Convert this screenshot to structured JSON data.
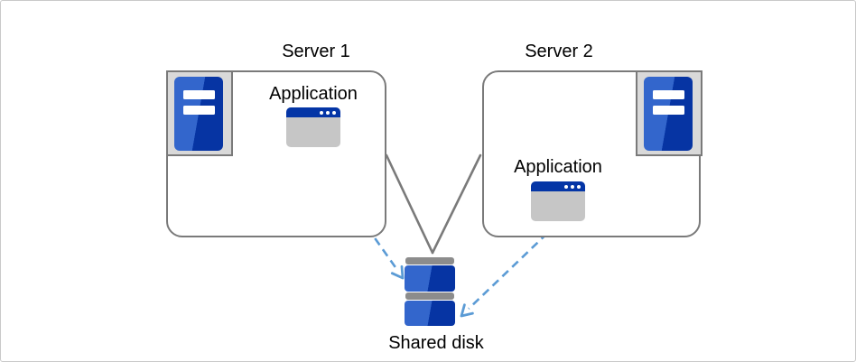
{
  "diagram": {
    "type": "shared-disk-cluster-architecture",
    "nodes": {
      "server1": {
        "label": "Server 1",
        "application_label": "Application"
      },
      "server2": {
        "label": "Server 2",
        "application_label": "Application"
      },
      "shared_disk": {
        "label": "Shared disk"
      }
    },
    "connections": [
      {
        "from": "Server 1",
        "to": "Shared disk",
        "style": "solid-gray-line"
      },
      {
        "from": "Server 2",
        "to": "Shared disk",
        "style": "solid-gray-line"
      },
      {
        "from": "Application (Server 1)",
        "to": "Shared disk",
        "style": "dashed-blue-arrow"
      },
      {
        "from": "Application (Server 2)",
        "to": "Shared disk",
        "style": "dashed-blue-arrow"
      }
    ],
    "icons": [
      "server-tower-icon",
      "application-window-icon",
      "disk-stack-icon"
    ]
  },
  "colors": {
    "canvas_border": "#c9c9c9",
    "box_border": "#7a7a7a",
    "connector_gray": "#7a7a7a",
    "arrow_blue": "#5b9bd5",
    "blue_light": "#3366cc",
    "blue_dark": "#0634a3",
    "frame_fill": "#d9d9d9",
    "window_body": "#c6c6c6",
    "titlebar_blue": "#0435a6",
    "disk_bar_gray": "#8c8c8c",
    "text_color": "#000000"
  }
}
